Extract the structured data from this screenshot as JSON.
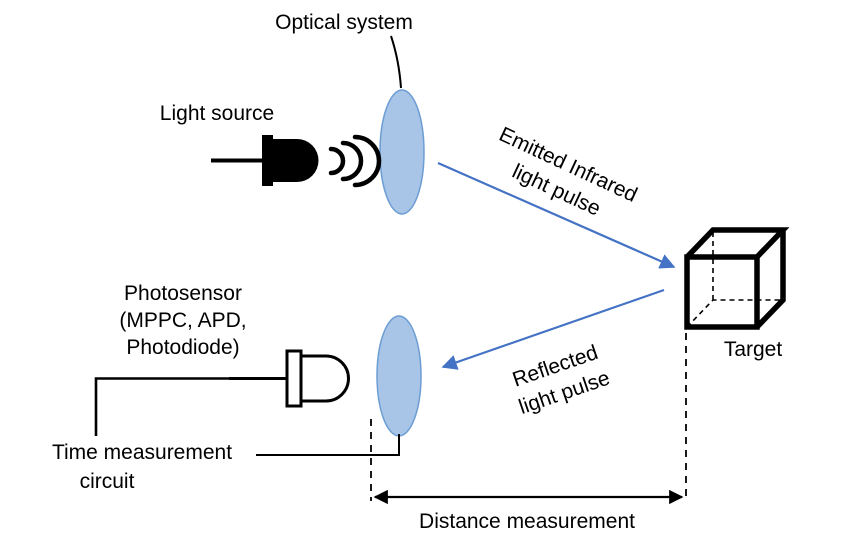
{
  "labels": {
    "optical_system": "Optical system",
    "light_source": "Light source",
    "emitted_pulse_line1": "Emitted Infrared",
    "emitted_pulse_line2": "light pulse",
    "reflected_pulse_line1": "Reflected",
    "reflected_pulse_line2": "light pulse",
    "photosensor_line1": "Photosensor",
    "photosensor_line2": "(MPPC, APD,",
    "photosensor_line3": "Photodiode)",
    "time_circuit_line1": "Time measurement",
    "time_circuit_line2": "circuit",
    "target": "Target",
    "distance_measurement": "Distance measurement"
  },
  "colors": {
    "background": "#ffffff",
    "lens_fill": "#a8c4e6",
    "lens_stroke": "#6d9ed3",
    "pulse_arrow": "#4472c4",
    "line_black": "#000000"
  }
}
